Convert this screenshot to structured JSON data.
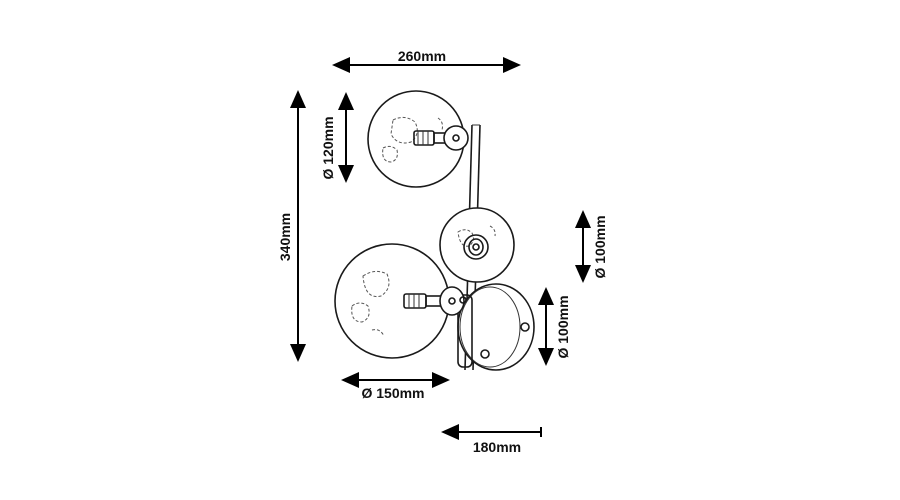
{
  "dimensions": {
    "overall_width": "260mm",
    "overall_height": "340mm",
    "top_globe_diameter": "Ø 120mm",
    "middle_globe_diameter": "Ø 100mm",
    "backplate_diameter": "Ø 100mm",
    "large_globe_diameter": "Ø 150mm",
    "depth": "180mm"
  }
}
